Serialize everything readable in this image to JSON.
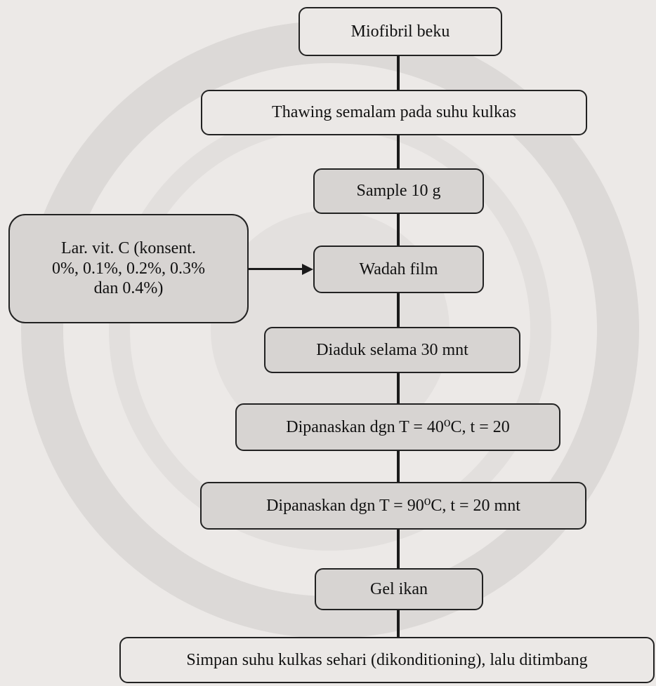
{
  "flowchart": {
    "steps": [
      "Miofibril beku",
      "Thawing semalam pada suhu kulkas",
      "Sample 10 g",
      "Wadah film",
      "Diaduk selama 30 mnt",
      "Dipanaskan dgn T = 40⁰C, t = 20",
      "Dipanaskan dgn T = 90⁰C, t = 20 mnt",
      "Gel ikan",
      "Simpan suhu kulkas sehari (dikonditioning), lalu ditimbang"
    ],
    "side_input": {
      "line1": "Lar. vit. C (konsent.",
      "line2": "0%, 0.1%, 0.2%, 0.3%",
      "line3": "dan 0.4%)"
    }
  },
  "colors": {
    "background": "#ece9e7",
    "box_shaded": "#d7d4d2",
    "line": "#1a1a1a"
  }
}
